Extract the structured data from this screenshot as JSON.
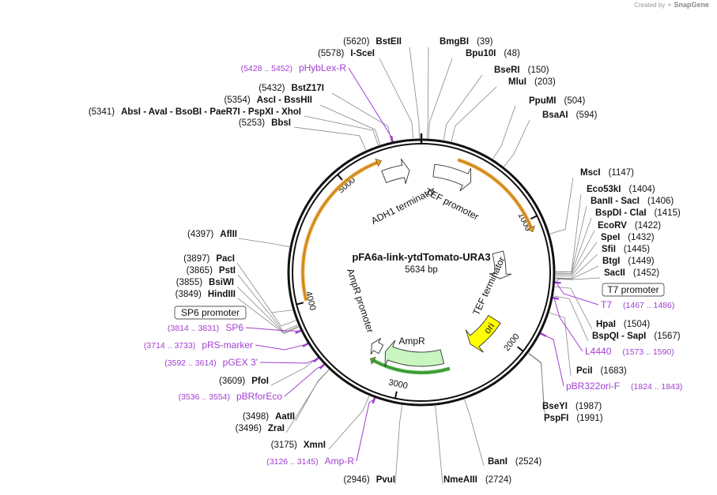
{
  "credit": {
    "prefix": "Created by",
    "brand": "SnapGene"
  },
  "plasmid": {
    "name": "pFA6a-link-ytdTomato-URA3",
    "size": "5634 bp",
    "length": 5634
  },
  "colors": {
    "enzyme": "#111111",
    "primer": "#a040d0",
    "promoter_fill": "#ffffff",
    "ampr_fill": "#c8f5c0",
    "ori_fill": "#ffff00",
    "arc_orange": "#e8a030",
    "arc_green": "#40b040",
    "leader": "#888888"
  },
  "tick_labels": [
    "1000",
    "2000",
    "3000",
    "4000",
    "5000"
  ],
  "features": [
    {
      "id": "tef-promoter-1",
      "label": "TEF promoter",
      "start": 110,
      "end": 450,
      "type": "promoter"
    },
    {
      "id": "adh1-terminator",
      "label": "ADH1 terminator",
      "start": 5300,
      "end": 5530,
      "type": "terminator"
    },
    {
      "id": "tef-terminator",
      "label": "TEF terminator",
      "start": 1180,
      "end": 1480,
      "type": "terminator"
    },
    {
      "id": "ori",
      "label": "ori",
      "start": 1920,
      "end": 2280,
      "type": "ori"
    },
    {
      "id": "ampr",
      "label": "AmpR",
      "start": 2600,
      "end": 3200,
      "type": "cds"
    },
    {
      "id": "ampr-promoter",
      "label": "AmpR promoter",
      "start": 3250,
      "end": 3360,
      "type": "promoter"
    }
  ],
  "enzymes": [
    {
      "name": "BstEII",
      "pos": "(5620)",
      "side": "left",
      "site": 5620
    },
    {
      "name": "BmgBI",
      "pos": "(39)",
      "side": "right",
      "site": 39
    },
    {
      "name": "I-SceI",
      "pos": "(5578)",
      "side": "left",
      "site": 5578
    },
    {
      "name": "Bpu10I",
      "pos": "(48)",
      "side": "right",
      "site": 48
    },
    {
      "name": "BseRI",
      "pos": "(150)",
      "side": "right",
      "site": 150
    },
    {
      "name": "MluI",
      "pos": "(203)",
      "side": "right",
      "site": 203
    },
    {
      "name": "BstZ17I",
      "pos": "(5432)",
      "side": "left",
      "site": 5432
    },
    {
      "name": "AscI  -  BssHII",
      "pos": "(5354)",
      "side": "left",
      "site": 5354
    },
    {
      "name": "PpuMI",
      "pos": "(504)",
      "side": "right",
      "site": 504
    },
    {
      "name": "AbsI   -  AvaI   -  BsoBI   -  PaeR7I   -  PspXI   -  XhoI",
      "pos": "(5341)",
      "side": "left",
      "site": 5341
    },
    {
      "name": "BsaAI",
      "pos": "(594)",
      "side": "right",
      "site": 594
    },
    {
      "name": "BbsI",
      "pos": "(5253)",
      "side": "left",
      "site": 5253
    },
    {
      "name": "MscI",
      "pos": "(1147)",
      "side": "right",
      "site": 1147
    },
    {
      "name": "Eco53kI",
      "pos": "(1404)",
      "side": "right",
      "site": 1404
    },
    {
      "name": "BanII  -  SacI",
      "pos": "(1406)",
      "side": "right",
      "site": 1406
    },
    {
      "name": "BspDI  -  ClaI",
      "pos": "(1415)",
      "side": "right",
      "site": 1415
    },
    {
      "name": "EcoRV",
      "pos": "(1422)",
      "side": "right",
      "site": 1422
    },
    {
      "name": "AflII",
      "pos": "(4397)",
      "side": "left",
      "site": 4397
    },
    {
      "name": "SpeI",
      "pos": "(1432)",
      "side": "right",
      "site": 1432
    },
    {
      "name": "SfiI",
      "pos": "(1445)",
      "side": "right",
      "site": 1445
    },
    {
      "name": "BtgI",
      "pos": "(1449)",
      "side": "right",
      "site": 1449
    },
    {
      "name": "PacI",
      "pos": "(3897)",
      "side": "left",
      "site": 3897
    },
    {
      "name": "SacII",
      "pos": "(1452)",
      "side": "right",
      "site": 1452
    },
    {
      "name": "PstI",
      "pos": "(3865)",
      "side": "left",
      "site": 3865
    },
    {
      "name": "BsiWI",
      "pos": "(3855)",
      "side": "left",
      "site": 3855
    },
    {
      "name": "HindIII",
      "pos": "(3849)",
      "side": "left",
      "site": 3849
    },
    {
      "name": "HpaI",
      "pos": "(1504)",
      "side": "right",
      "site": 1504
    },
    {
      "name": "BspQI  -  SapI",
      "pos": "(1567)",
      "side": "right",
      "site": 1567
    },
    {
      "name": "PciI",
      "pos": "(1683)",
      "side": "right",
      "site": 1683
    },
    {
      "name": "PfoI",
      "pos": "(3609)",
      "side": "left",
      "site": 3609
    },
    {
      "name": "BseYI",
      "pos": "(1987)",
      "side": "right",
      "site": 1987
    },
    {
      "name": "AatII",
      "pos": "(3498)",
      "side": "left",
      "site": 3498
    },
    {
      "name": "PspFI",
      "pos": "(1991)",
      "side": "right",
      "site": 1991
    },
    {
      "name": "ZraI",
      "pos": "(3496)",
      "side": "left",
      "site": 3496
    },
    {
      "name": "XmnI",
      "pos": "(3175)",
      "side": "left",
      "site": 3175
    },
    {
      "name": "BanI",
      "pos": "(2524)",
      "side": "right",
      "site": 2524
    },
    {
      "name": "PvuI",
      "pos": "(2946)",
      "side": "left",
      "site": 2946
    },
    {
      "name": "NmeAIII",
      "pos": "(2724)",
      "side": "right",
      "site": 2724
    }
  ],
  "primers": [
    {
      "name": "pHybLex-R",
      "range": "(5428 .. 5452)",
      "side": "left"
    },
    {
      "name": "T7",
      "range": "(1467 .. 1486)",
      "side": "right"
    },
    {
      "name": "L4440",
      "range": "(1573 .. 1590)",
      "side": "right"
    },
    {
      "name": "SP6",
      "range": "(3814 .. 3831)",
      "side": "left"
    },
    {
      "name": "pRS-marker",
      "range": "(3714 .. 3733)",
      "side": "left"
    },
    {
      "name": "pGEX 3'",
      "range": "(3592 .. 3614)",
      "side": "left"
    },
    {
      "name": "pBR322ori-F",
      "range": "(1824 .. 1843)",
      "side": "right"
    },
    {
      "name": "pBRforEco",
      "range": "(3536 .. 3554)",
      "side": "left"
    },
    {
      "name": "Amp-R",
      "range": "(3126 .. 3145)",
      "side": "left"
    }
  ],
  "boxed_features": [
    {
      "name": "T7 promoter"
    },
    {
      "name": "SP6 promoter"
    }
  ]
}
